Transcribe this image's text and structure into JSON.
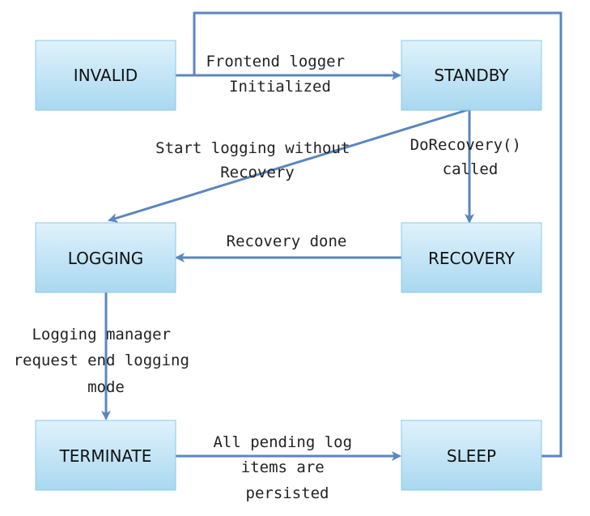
{
  "colors": {
    "box_fill_top": "#dff2fb",
    "box_fill_bottom": "#a9d8f0",
    "box_stroke": "#8cc8e6",
    "arrow": "#5b86bf",
    "text": "#111111"
  },
  "states": {
    "invalid": "INVALID",
    "standby": "STANDBY",
    "logging": "LOGGING",
    "recovery": "RECOVERY",
    "terminate": "TERMINATE",
    "sleep": "SLEEP"
  },
  "transitions": {
    "invalid_to_standby": [
      "Frontend logger",
      "Initialized"
    ],
    "standby_to_logging": [
      "Start logging without",
      "Recovery"
    ],
    "standby_to_recovery": [
      "DoRecovery()",
      "called"
    ],
    "recovery_to_logging": [
      "Recovery done"
    ],
    "logging_to_terminate": [
      "Logging manager",
      "request end logging",
      "mode"
    ],
    "terminate_to_sleep": [
      "All pending log",
      "items are",
      "persisted"
    ]
  }
}
